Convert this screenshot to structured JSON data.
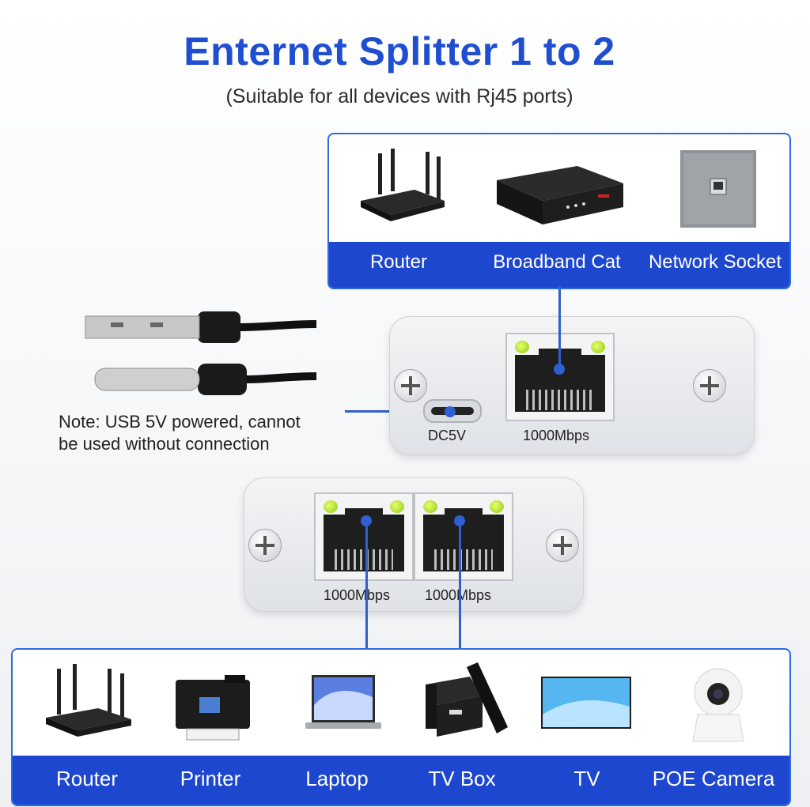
{
  "title": "Enternet Splitter 1 to 2",
  "subtitle": "(Suitable for all devices with Rj45 ports)",
  "sources": {
    "labels": [
      "Router",
      "Broadband Cat",
      "Network Socket"
    ],
    "icons": [
      "router-icon",
      "broadband-modem-icon",
      "network-socket-icon"
    ]
  },
  "input_module": {
    "power_label": "DC5V",
    "port_speed": "1000Mbps"
  },
  "note": {
    "line1": "Note: USB 5V powered, cannot",
    "line2": "be used without connection"
  },
  "output_module": {
    "port_speeds": [
      "1000Mbps",
      "1000Mbps"
    ]
  },
  "devices": {
    "labels": [
      "Router",
      "Printer",
      "Laptop",
      "TV Box",
      "TV",
      "POE Camera"
    ],
    "icons": [
      "router-icon",
      "printer-icon",
      "laptop-icon",
      "tv-box-icon",
      "tv-icon",
      "poe-camera-icon"
    ]
  },
  "colors": {
    "accent": "#1f4fd0",
    "bar": "#1d47cf",
    "led": "#a6e22e"
  }
}
